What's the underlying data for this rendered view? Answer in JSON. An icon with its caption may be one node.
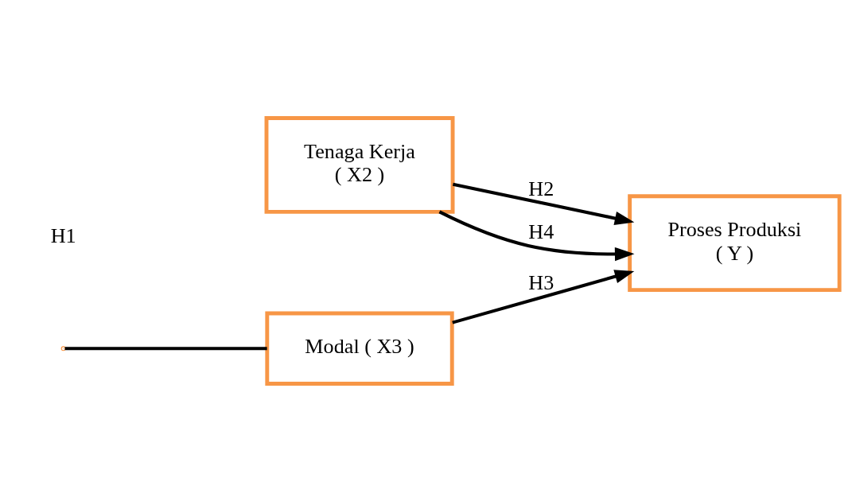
{
  "diagram": {
    "nodes": [
      {
        "text": [
          "Tenaga Kerja",
          "( X2 )"
        ]
      },
      {
        "text": [
          "Modal ( X3 )"
        ]
      },
      {
        "text": [
          "Proses Produksi",
          "( Y )"
        ]
      }
    ],
    "edges": [
      {
        "from": 0,
        "to": 2,
        "arrow": "to",
        "label": "H2"
      },
      {
        "from": 1,
        "to": 2,
        "arrow": "to",
        "label": "H3"
      },
      {
        "from": 0,
        "to": 2,
        "arrow": "to",
        "label": "H4"
      },
      {
        "from": null,
        "to": 1,
        "arrow": "none"
      }
    ],
    "labels": [
      "H1"
    ]
  }
}
